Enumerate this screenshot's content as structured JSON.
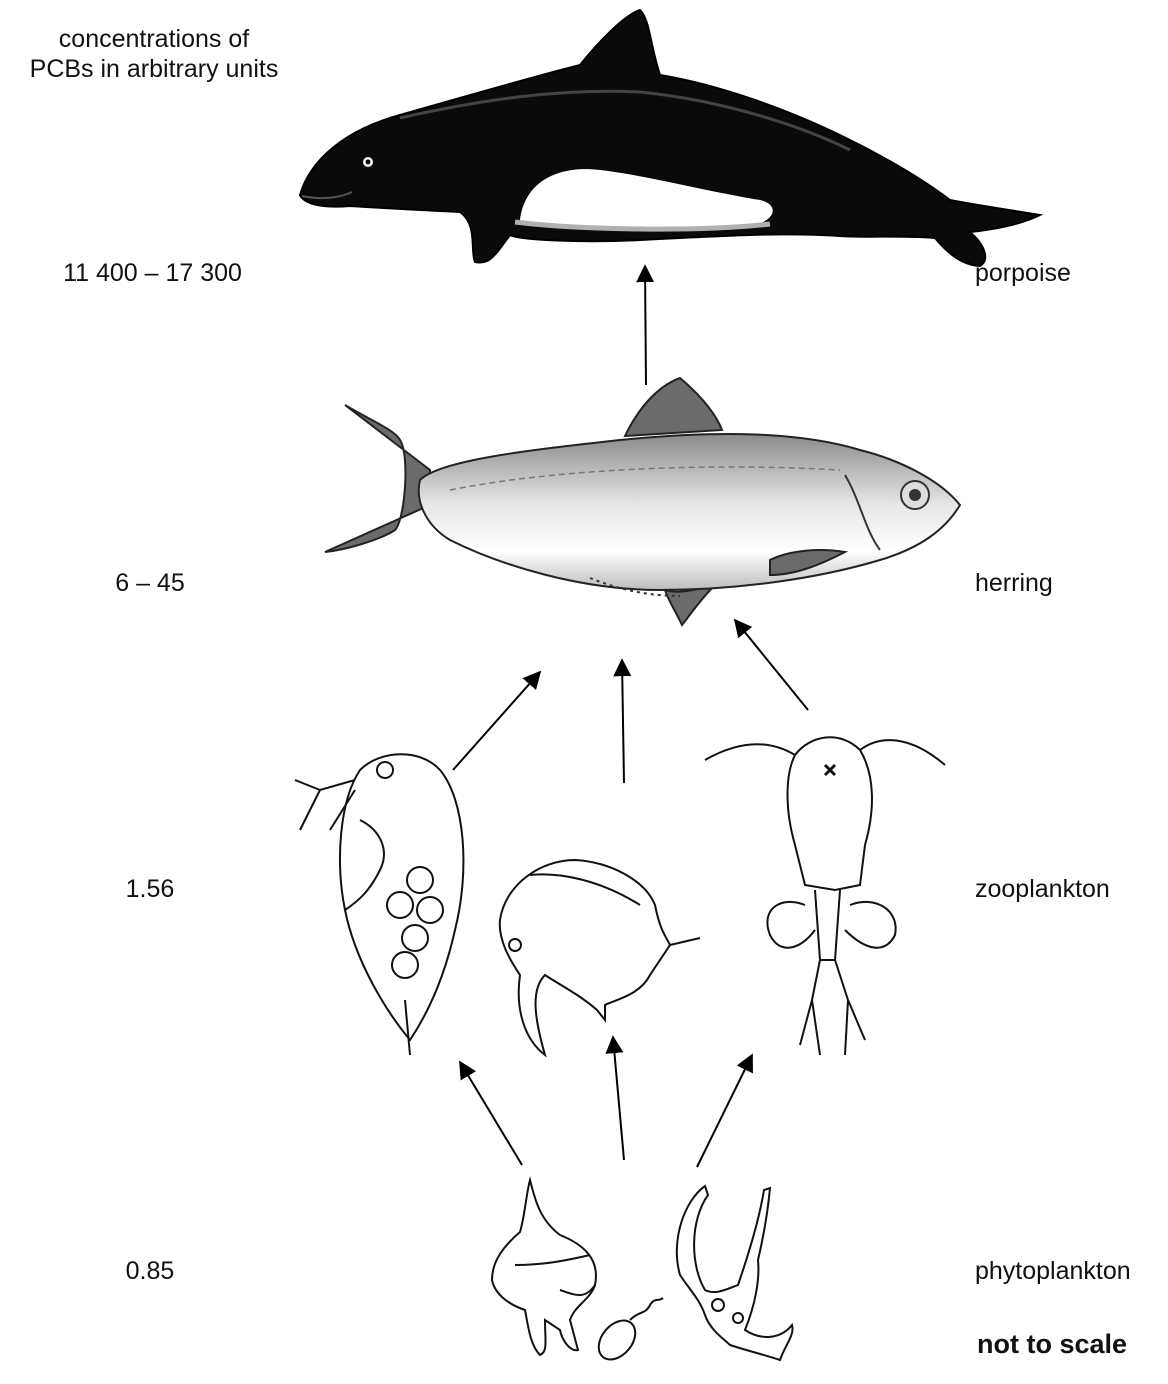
{
  "heading": {
    "line1": "concentrations of",
    "line2": "PCBs in arbitrary units"
  },
  "levels": [
    {
      "concentration": "11 400 – 17 300",
      "organism": "porpoise"
    },
    {
      "concentration": "6 – 45",
      "organism": "herring"
    },
    {
      "concentration": "1.56",
      "organism": "zooplankton"
    },
    {
      "concentration": "0.85",
      "organism": "phytoplankton"
    }
  ],
  "note": "not to scale",
  "colors": {
    "porpoise_body": "#0a0a0a",
    "porpoise_belly": "#ffffff",
    "fish_fin": "#6b6b6b",
    "arrow": "#000000"
  },
  "illustrations": {
    "porpoise": "porpoise-illustration",
    "herring": "herring-illustration",
    "zooplankton": [
      "water-flea-illustration",
      "cladoceran-illustration",
      "copepod-illustration"
    ],
    "phytoplankton": [
      "dinoflagellate-illustration",
      "flagellate-illustration",
      "ceratium-illustration"
    ]
  }
}
